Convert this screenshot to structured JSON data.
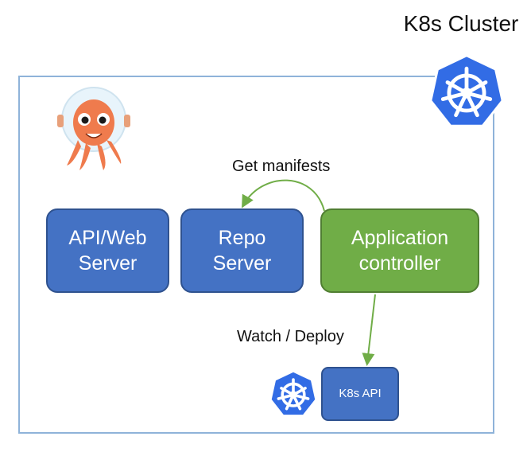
{
  "cluster": {
    "title": "K8s Cluster"
  },
  "nodes": {
    "api_web_server": "API/Web\nServer",
    "repo_server": "Repo\nServer",
    "application_controller": "Application\ncontroller",
    "k8s_api": "K8s API"
  },
  "edges": {
    "get_manifests": "Get manifests",
    "watch_deploy": "Watch / Deploy"
  },
  "colors": {
    "box_blue": "#4472c4",
    "box_green": "#70ad47",
    "arrow_green": "#70ad47",
    "cluster_border": "#8fb3d9",
    "kubernetes_blue": "#326ce5",
    "argo_orange": "#ef7b4d"
  },
  "icons": {
    "cluster_logo": "kubernetes-logo-icon",
    "app_logo": "argo-octopus-icon",
    "api_logo": "kubernetes-logo-icon"
  }
}
